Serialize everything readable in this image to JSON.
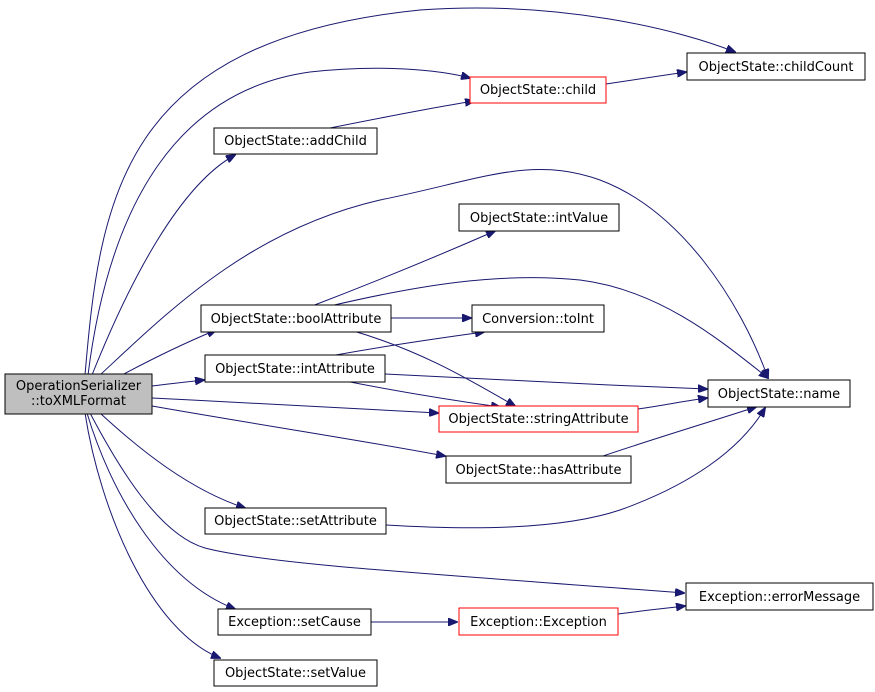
{
  "colors": {
    "edge": "#191970",
    "root_fill": "#bfbfbf",
    "node_border": "#000000",
    "highlight_border": "#ff0000"
  },
  "nodes": {
    "root_line1": "OperationSerializer",
    "root_line2": "::toXMLFormat",
    "childCount": "ObjectState::childCount",
    "child": "ObjectState::child",
    "addChild": "ObjectState::addChild",
    "intValue": "ObjectState::intValue",
    "boolAttribute": "ObjectState::boolAttribute",
    "toInt": "Conversion::toInt",
    "intAttribute": "ObjectState::intAttribute",
    "name": "ObjectState::name",
    "stringAttribute": "ObjectState::stringAttribute",
    "hasAttribute": "ObjectState::hasAttribute",
    "setAttribute": "ObjectState::setAttribute",
    "errorMessage": "Exception::errorMessage",
    "setCause": "Exception::setCause",
    "exceptionCtor": "Exception::Exception",
    "setValue": "ObjectState::setValue"
  }
}
